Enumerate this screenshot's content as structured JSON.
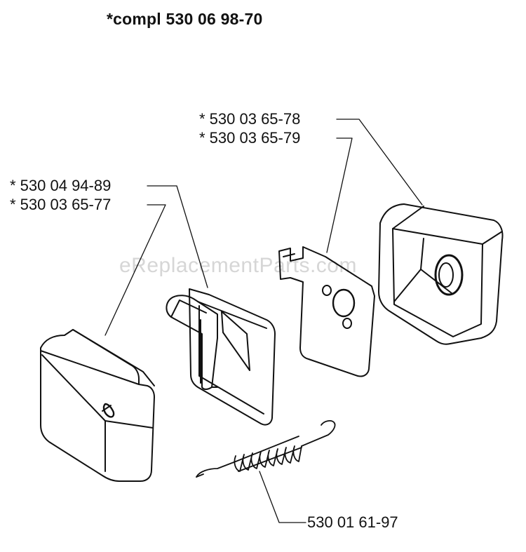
{
  "title": "*compl 530 06 98-70",
  "watermark": "eReplacementParts.com",
  "parts": {
    "filter_cover_a": "* 530 03 65-78",
    "filter_cover_b": "* 530 03 65-79",
    "filter_insert_a": "* 530 04 94-89",
    "filter_insert_b": "* 530 03 65-77",
    "spring": "530 01 61-97"
  },
  "colors": {
    "line": "#111111",
    "watermark": "#d6d6d6"
  }
}
